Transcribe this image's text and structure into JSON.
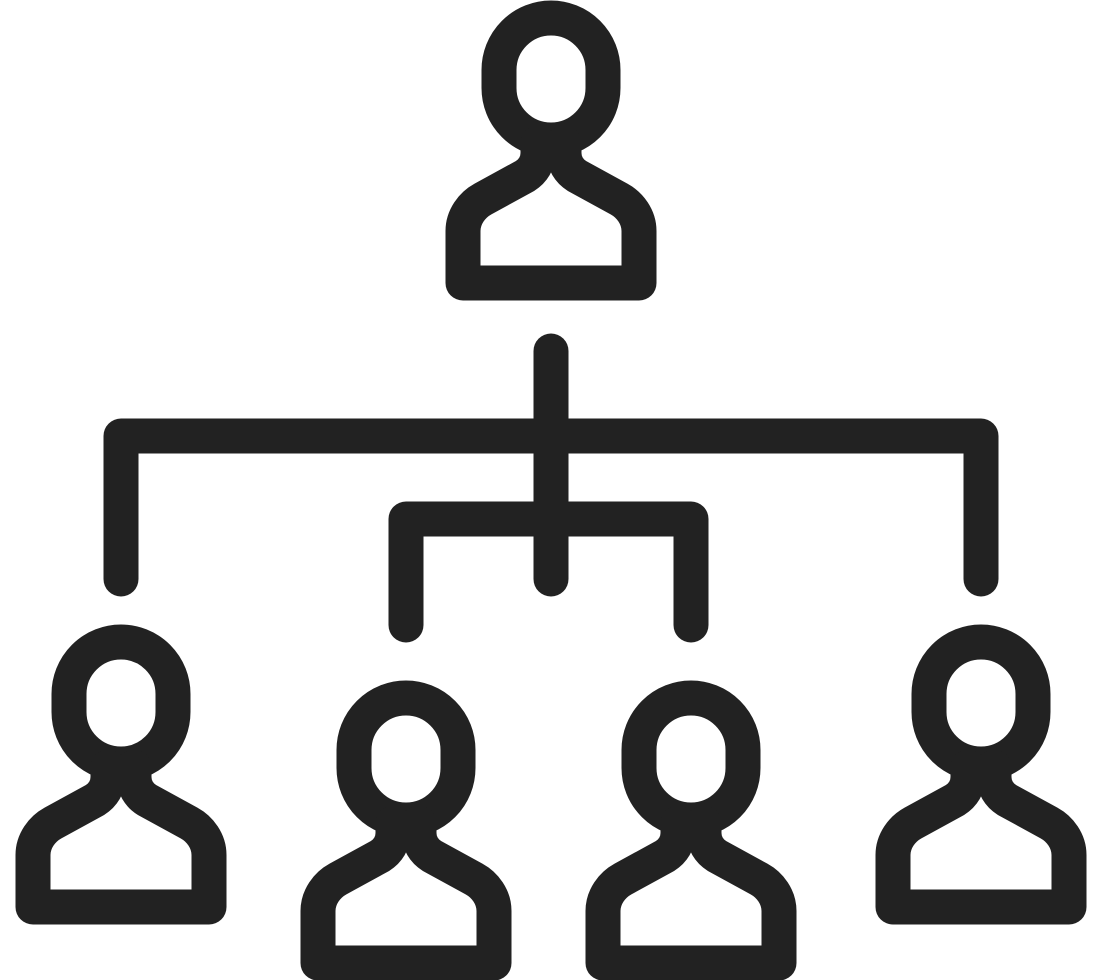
{
  "diagram": {
    "type": "org-chart-icon",
    "style": "line-icon",
    "stroke_color": "#222222",
    "background_color": "#ffffff",
    "nodes": [
      {
        "id": "top",
        "icon": "person-icon",
        "level": 0
      },
      {
        "id": "bottom-1",
        "icon": "person-icon",
        "level": 1
      },
      {
        "id": "bottom-2",
        "icon": "person-icon",
        "level": 1
      },
      {
        "id": "bottom-3",
        "icon": "person-icon",
        "level": 1
      },
      {
        "id": "bottom-4",
        "icon": "person-icon",
        "level": 1
      }
    ],
    "edges": [
      {
        "from": "top",
        "to": "bottom-1"
      },
      {
        "from": "top",
        "to": "bottom-2"
      },
      {
        "from": "top",
        "to": "bottom-3"
      },
      {
        "from": "top",
        "to": "bottom-4"
      }
    ]
  }
}
